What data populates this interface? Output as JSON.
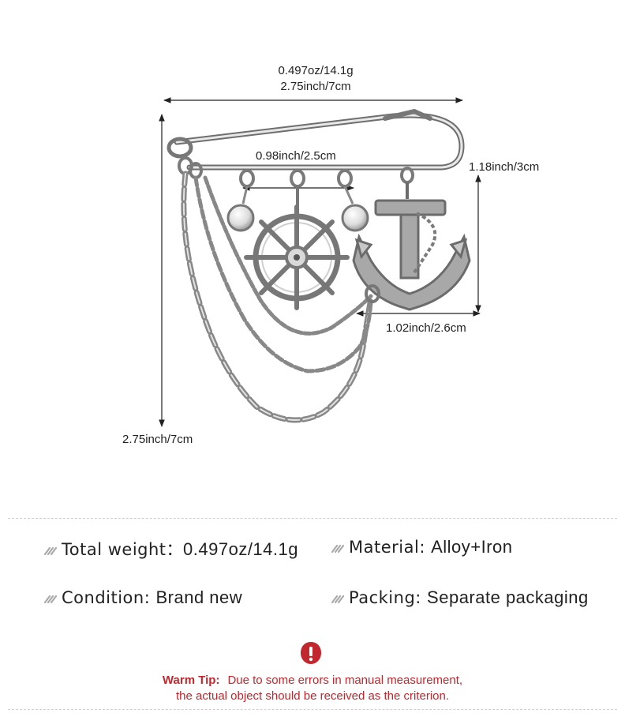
{
  "dimensions": {
    "weight": "0.497oz/14.1g",
    "width": "2.75inch/7cm",
    "bar_spacing": "0.98inch/2.5cm",
    "anchor_height": "1.18inch/3cm",
    "anchor_width": "1.02inch/2.6cm",
    "height": "2.75inch/7cm"
  },
  "specs": [
    {
      "label": "Total weight",
      "separator": "：",
      "value": "0.497oz/14.1g"
    },
    {
      "label": "Material",
      "separator": ": ",
      "value": "Alloy+Iron"
    },
    {
      "label": "Condition",
      "separator": ":  ",
      "value": "Brand new"
    },
    {
      "label": "Packing",
      "separator": ":  ",
      "value": "Separate packaging"
    }
  ],
  "warm_tip": {
    "title": "Warm Tip:",
    "line1": "Due to some errors in manual measurement,",
    "line2": "the actual object should be received as the criterion."
  },
  "colors": {
    "accent_red": "#c1272d",
    "metal": "#9a9a9a"
  },
  "icons": [
    "warning-icon",
    "pencil-bullet-icon"
  ]
}
